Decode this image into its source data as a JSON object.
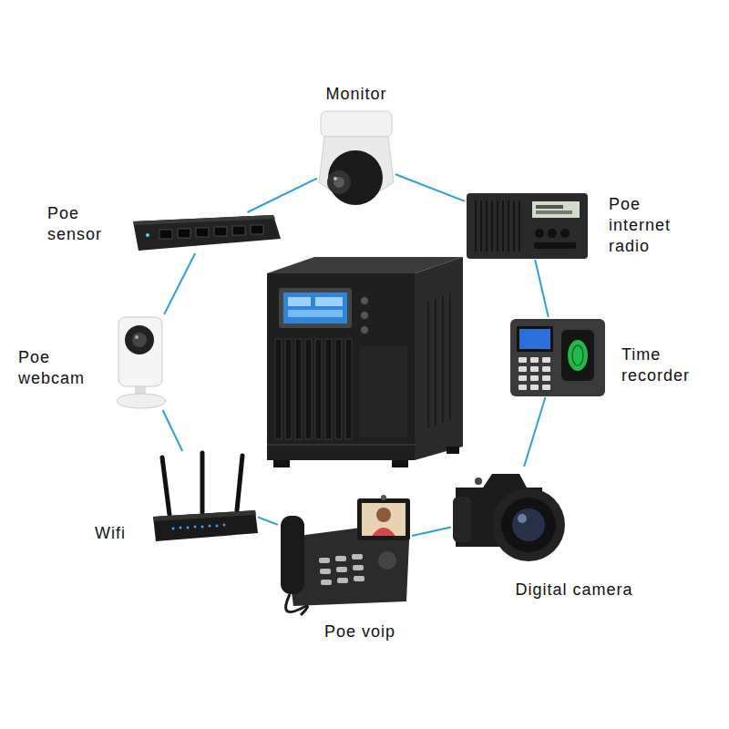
{
  "diagram": {
    "nodes": [
      {
        "text": [
          "Monitor"
        ]
      },
      {
        "text": [
          "Poe internet radio"
        ]
      },
      {
        "text": [
          "Time recorder"
        ]
      },
      {
        "text": [
          "Digital camera"
        ]
      },
      {
        "text": [
          "Poe voip"
        ]
      },
      {
        "text": [
          "Wifi"
        ]
      },
      {
        "text": [
          "Poe webcam"
        ]
      },
      {
        "text": [
          "Poe sensor"
        ]
      }
    ],
    "edges": [
      {
        "from": 0,
        "to": 1,
        "arrow": "none"
      },
      {
        "from": 1,
        "to": 2,
        "arrow": "none"
      },
      {
        "from": 2,
        "to": 3,
        "arrow": "none"
      },
      {
        "from": 3,
        "to": 4,
        "arrow": "none"
      },
      {
        "from": 4,
        "to": 5,
        "arrow": "none"
      },
      {
        "from": 5,
        "to": 6,
        "arrow": "none"
      },
      {
        "from": 6,
        "to": 7,
        "arrow": "none"
      },
      {
        "from": 7,
        "to": 0,
        "arrow": "none"
      }
    ]
  }
}
